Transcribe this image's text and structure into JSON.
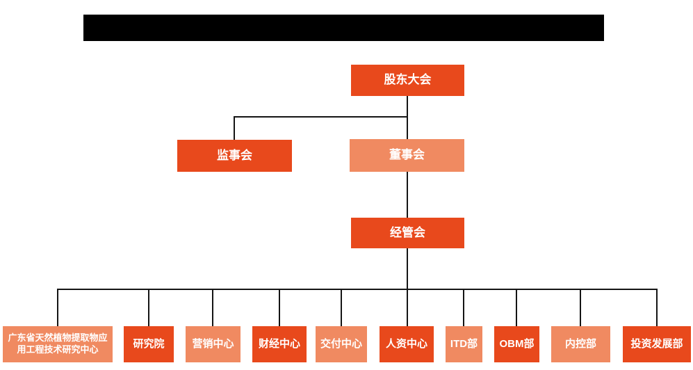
{
  "colors": {
    "primary": "#E8491C",
    "secondary": "#F08A61",
    "connector": "#141414",
    "node_text": "#FFFFFF",
    "redaction": "#000000",
    "background": "#FFFFFF"
  },
  "org": {
    "level1": [
      {
        "label": "股东大会",
        "variant": "primary"
      }
    ],
    "level2": [
      {
        "label": "监事会",
        "variant": "primary"
      },
      {
        "label": "董事会",
        "variant": "secondary"
      }
    ],
    "level3": [
      {
        "label": "经管会",
        "variant": "primary"
      }
    ],
    "departments": [
      {
        "label": "广东省天然植物提取物应用工程技术研究中心",
        "variant": "secondary"
      },
      {
        "label": "研究院",
        "variant": "primary"
      },
      {
        "label": "营销中心",
        "variant": "secondary"
      },
      {
        "label": "财经中心",
        "variant": "primary"
      },
      {
        "label": "交付中心",
        "variant": "secondary"
      },
      {
        "label": "人资中心",
        "variant": "primary"
      },
      {
        "label": "ITD部",
        "variant": "secondary"
      },
      {
        "label": "OBM部",
        "variant": "primary"
      },
      {
        "label": "内控部",
        "variant": "secondary"
      },
      {
        "label": "投资发展部",
        "variant": "primary"
      }
    ],
    "hierarchy": [
      {
        "parent": "股东大会",
        "children": [
          "监事会",
          "董事会"
        ]
      },
      {
        "parent": "董事会",
        "children": [
          "经管会"
        ]
      },
      {
        "parent": "经管会",
        "children": [
          "广东省天然植物提取物应用工程技术研究中心",
          "研究院",
          "营销中心",
          "财经中心",
          "交付中心",
          "人资中心",
          "ITD部",
          "OBM部",
          "内控部",
          "投资发展部"
        ]
      }
    ]
  }
}
